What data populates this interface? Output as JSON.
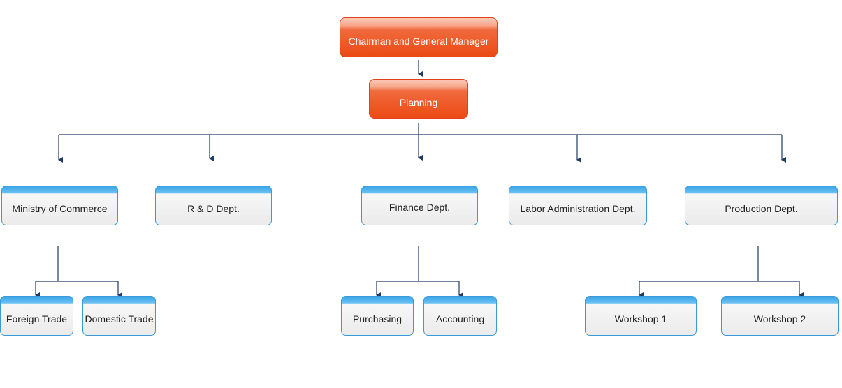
{
  "org_chart": {
    "top": "Chairman and General Manager",
    "planning": "Planning",
    "departments": [
      "Ministry of Commerce",
      "R & D Dept.",
      "Finance Dept.",
      "Labor Administration Dept.",
      "Production Dept."
    ],
    "sub_units": {
      "commerce": [
        "Foreign Trade",
        "Domestic Trade"
      ],
      "finance": [
        "Purchasing",
        "Accounting"
      ],
      "production": [
        "Workshop 1",
        "Workshop 2"
      ]
    }
  },
  "colors": {
    "top_fill": "#ec4a14",
    "dept_header": "#3aa4e6",
    "connector": "#1f3a63"
  }
}
